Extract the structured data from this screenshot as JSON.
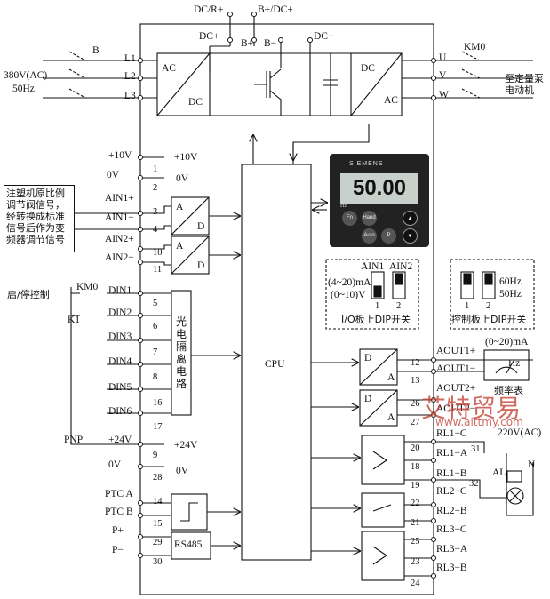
{
  "top": {
    "dc_r_plus": "DC/R+",
    "b_plus_dc_plus": "B+/DC+",
    "dc_plus": "DC+",
    "b_plus": "B+",
    "b_minus": "B−",
    "dc_minus": "DC−"
  },
  "supply": {
    "breaker": "B",
    "voltage": "380V(AC)",
    "freq": "50Hz",
    "l1": "L1",
    "l2": "L2",
    "l3": "L3"
  },
  "rectifier": {
    "ac": "AC",
    "dc": "DC"
  },
  "inverter": {
    "dc": "DC",
    "ac": "AC"
  },
  "output": {
    "u": "U",
    "v": "V",
    "w": "W",
    "contactor": "KM0",
    "motor": "至定量泵\n电动机"
  },
  "left": {
    "p10v": "+10V",
    "t1": "1",
    "p10v_in": "+10V",
    "v0": "0V",
    "t2": "2",
    "v0_in": "0V",
    "ain1p": "AIN1+",
    "t3": "3",
    "ain1m": "AIN1−",
    "t4": "4",
    "ain2p": "AIN2+",
    "t10": "10",
    "ain2m": "AIN2−",
    "t11": "11",
    "start_stop": "启/停控制",
    "km0": "KM0",
    "k1": "K1",
    "din1": "DIN1",
    "t5": "5",
    "din2": "DIN2",
    "t6": "6",
    "din3": "DIN3",
    "t7": "7",
    "din4": "DIN4",
    "t8": "8",
    "din5": "DIN5",
    "t16": "16",
    "din6": "DIN6",
    "t17": "17",
    "pnp": "PNP",
    "p24v": "+24V",
    "t9": "9",
    "p24v_in": "+24V",
    "v0b": "0V",
    "t28": "28",
    "v0b_in": "0V",
    "ptca": "PTC A",
    "t14": "14",
    "ptcb": "PTC B",
    "t15": "15",
    "pplus": "P+",
    "t29": "29",
    "pminus": "P−",
    "t30": "30"
  },
  "note": "注塑机原比例调节阀信号，经转换成标准信号后作为变频器调节信号",
  "ad": {
    "a": "A",
    "d": "D"
  },
  "opto": "光电隔离电路",
  "rs485": "RS485",
  "cpu": "CPU",
  "panel": {
    "brand": "SIEMENS",
    "display": "50.00",
    "hz": "Hz",
    "keys": [
      "Fn",
      "Hand",
      "Auto",
      "P"
    ]
  },
  "dip_io": {
    "ain1": "AIN1",
    "ain2": "AIN2",
    "ma": "(4~20)mA",
    "v": "(0~10)V",
    "s1": "1",
    "s2": "2",
    "caption": "I/O板上DIP开关"
  },
  "dip_ctrl": {
    "hz60": "60Hz",
    "hz50": "50Hz",
    "s1": "1",
    "s2": "2",
    "caption": "控制板上DIP开关"
  },
  "right": {
    "aout1p": "AOUT1+",
    "t12": "12",
    "aout1m": "AOUT1−",
    "t13": "13",
    "aout2p": "AOUT2+",
    "t26": "26",
    "aout2m": "AOUT2−",
    "t27": "27",
    "meter_range": "(0~20)mA",
    "meter_unit": "Hz",
    "meter_name": "频率表",
    "rl1c": "RL1−C",
    "t20": "20",
    "rl1a": "RL1−A",
    "t18": "18",
    "t31": "31",
    "rl1b": "RL1−B",
    "t19": "19",
    "rl2c": "RL2−C",
    "t22": "22",
    "t32": "32",
    "rl2b": "RL2−B",
    "t21": "21",
    "rl3c": "RL3−C",
    "t25": "25",
    "rl3a": "RL3−A",
    "t23": "23",
    "rl3b": "RL3−B",
    "t24": "24",
    "ac220": "220V(AC)",
    "al": "AL",
    "n": "N"
  },
  "watermark": {
    "brand": "艾特贸易",
    "url": "www.aittmy.com"
  }
}
